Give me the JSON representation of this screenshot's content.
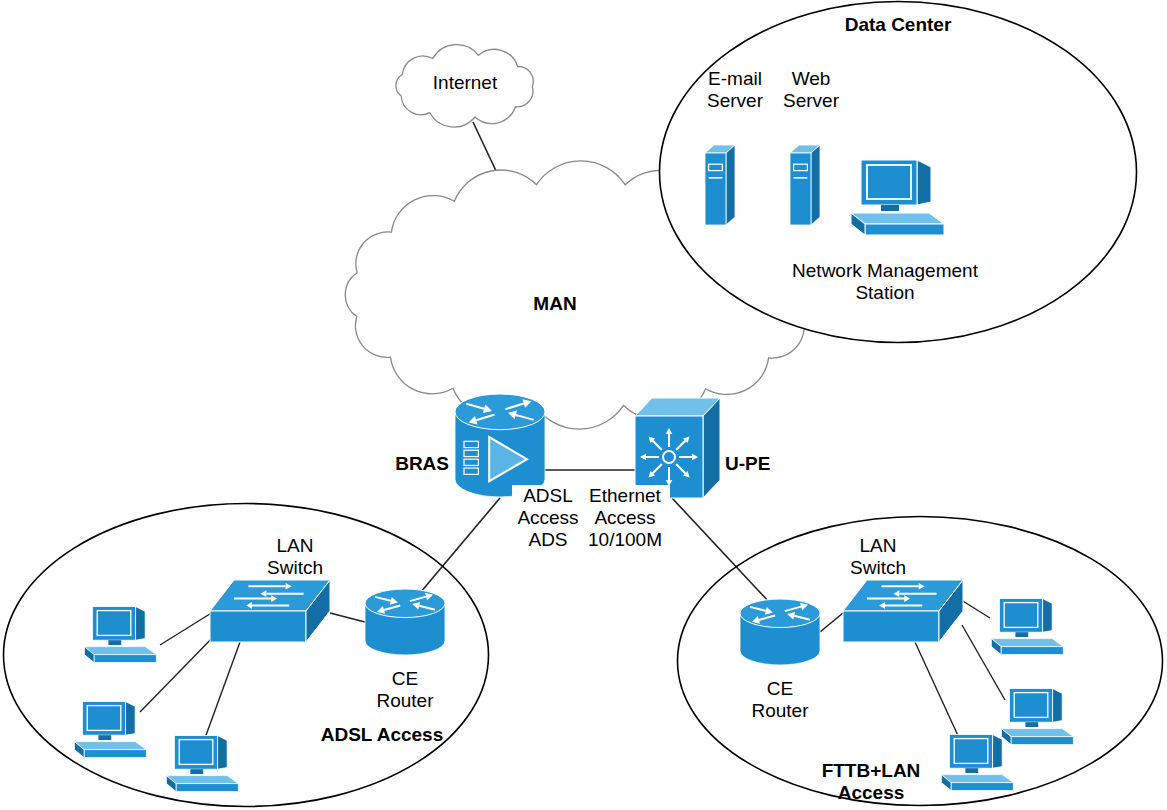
{
  "diagram": {
    "nodes": [
      {
        "text": [
          "Internet"
        ]
      },
      {
        "text": [
          "Data Center"
        ]
      },
      {
        "text": [
          "E-mail Server"
        ],
        "in": 1
      },
      {
        "text": [
          "Web Server"
        ],
        "in": 1
      },
      {
        "text": [
          "Network Management Station"
        ],
        "in": 1
      },
      {
        "text": [
          "MAN"
        ]
      },
      {
        "text": [
          "BRAS"
        ]
      },
      {
        "text": [
          "U-PE"
        ]
      },
      {
        "text": [
          "ADSL Access"
        ]
      },
      {
        "text": [
          "LAN Switch"
        ],
        "in": 8
      },
      {
        "text": [
          "CE Router"
        ],
        "in": 8
      },
      {
        "text": [
          "FTTB+LAN Access"
        ]
      },
      {
        "text": [
          "CE Router"
        ],
        "in": 11
      },
      {
        "text": [
          "LAN Switch"
        ],
        "in": 11
      }
    ],
    "edges": [
      {
        "from": 0,
        "to": 5,
        "arrow": "none"
      },
      {
        "from": 6,
        "to": 7,
        "arrow": "none"
      },
      {
        "from": 6,
        "to": 10,
        "label": "ADSL Access ADS",
        "arrow": "none"
      },
      {
        "from": 7,
        "to": 12,
        "label": "Ethernet Access 10/100M",
        "arrow": "none"
      },
      {
        "from": 9,
        "to": 10,
        "arrow": "none"
      },
      {
        "from": 12,
        "to": 13,
        "arrow": "none"
      }
    ]
  }
}
